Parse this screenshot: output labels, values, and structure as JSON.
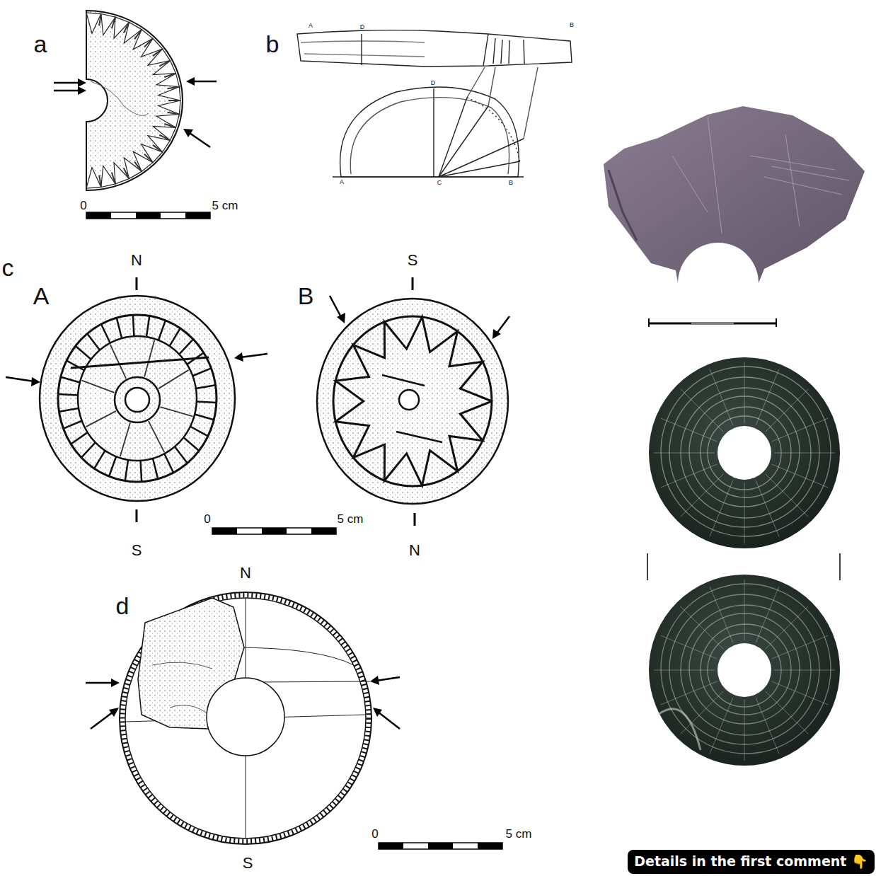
{
  "diagram": {
    "nodes": [
      {
        "text": [
          "Details in the first comment 👇"
        ]
      }
    ],
    "labels": [
      "a",
      "b",
      "A",
      "D",
      "B",
      "D",
      "A",
      "C",
      "B",
      "0",
      "5 cm",
      "c",
      "N",
      "S",
      "A",
      "B",
      "0",
      "5 cm",
      "S",
      "N",
      "N",
      "d",
      "0",
      "5 cm",
      "S"
    ]
  }
}
